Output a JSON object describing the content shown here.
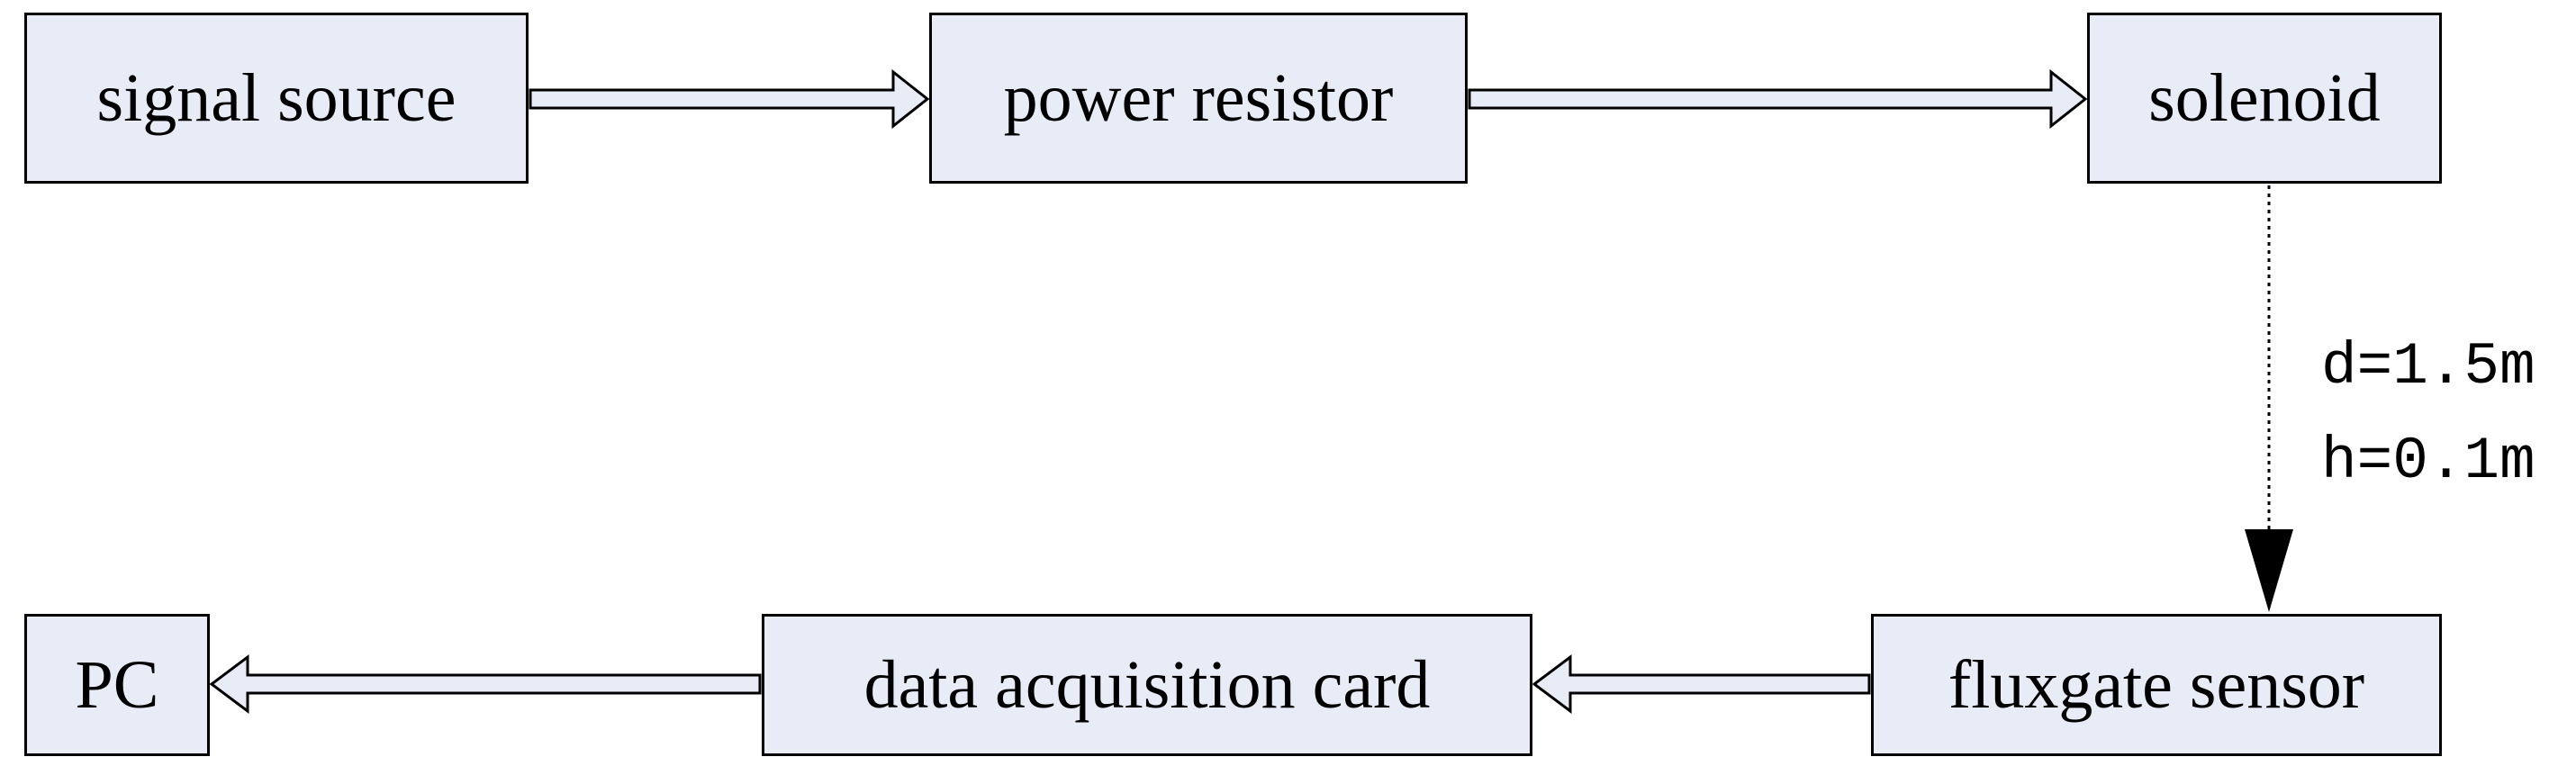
{
  "blocks": {
    "signal_source": "signal source",
    "power_resistor": "power resistor",
    "solenoid": "solenoid",
    "fluxgate_sensor": "fluxgate sensor",
    "data_acquisition_card": "data acquisition card",
    "pc": "PC"
  },
  "annotations": {
    "distance": "d=1.5m",
    "height": "h=0.1m"
  },
  "colors": {
    "box_fill": "#e8ecf7",
    "border": "#000000"
  }
}
